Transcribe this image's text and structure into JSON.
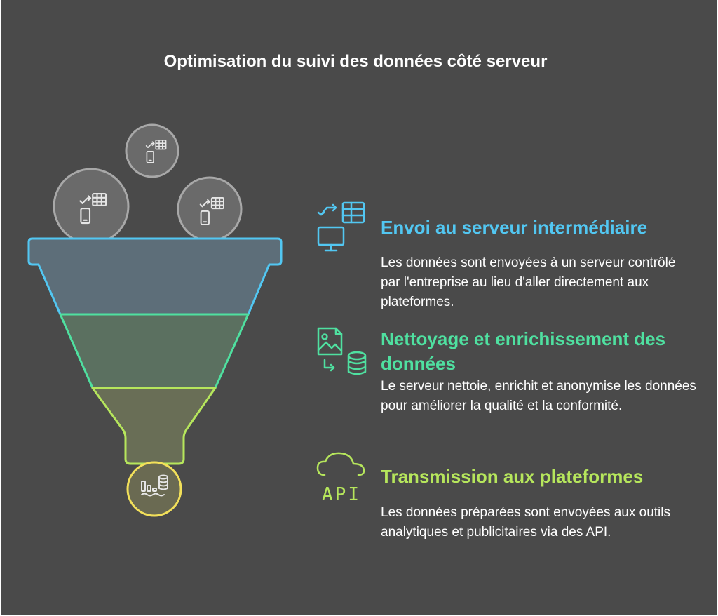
{
  "title": "Optimisation du suivi des données côté serveur",
  "colors": {
    "background": "#4a4a4a",
    "stage1": "#52c7f2",
    "stage2": "#4fe0a0",
    "stage3": "#b6e65c",
    "output": "#f2e05a",
    "bubble": "#a8a8a8"
  },
  "funnel": {
    "input_icon": "phone-sync-table-icon",
    "output_icon": "chart-database-icon"
  },
  "steps": [
    {
      "heading": "Envoi au serveur intermédiaire",
      "description": "Les données sont envoyées à un serveur contrôlé par l'entreprise au lieu d'aller directement aux plateformes.",
      "icon": "monitor-sync-table-icon"
    },
    {
      "heading": "Nettoyage et enrichissement des données",
      "description": "Le serveur nettoie, enrichit et anonymise les données pour améliorer la qualité et la conformité.",
      "icon": "image-to-database-icon"
    },
    {
      "heading": "Transmission aux plateformes",
      "description": "Les données préparées sont envoyées aux outils analytiques et publicitaires via des API.",
      "icon": "cloud-api-icon",
      "icon_text": "API"
    }
  ]
}
